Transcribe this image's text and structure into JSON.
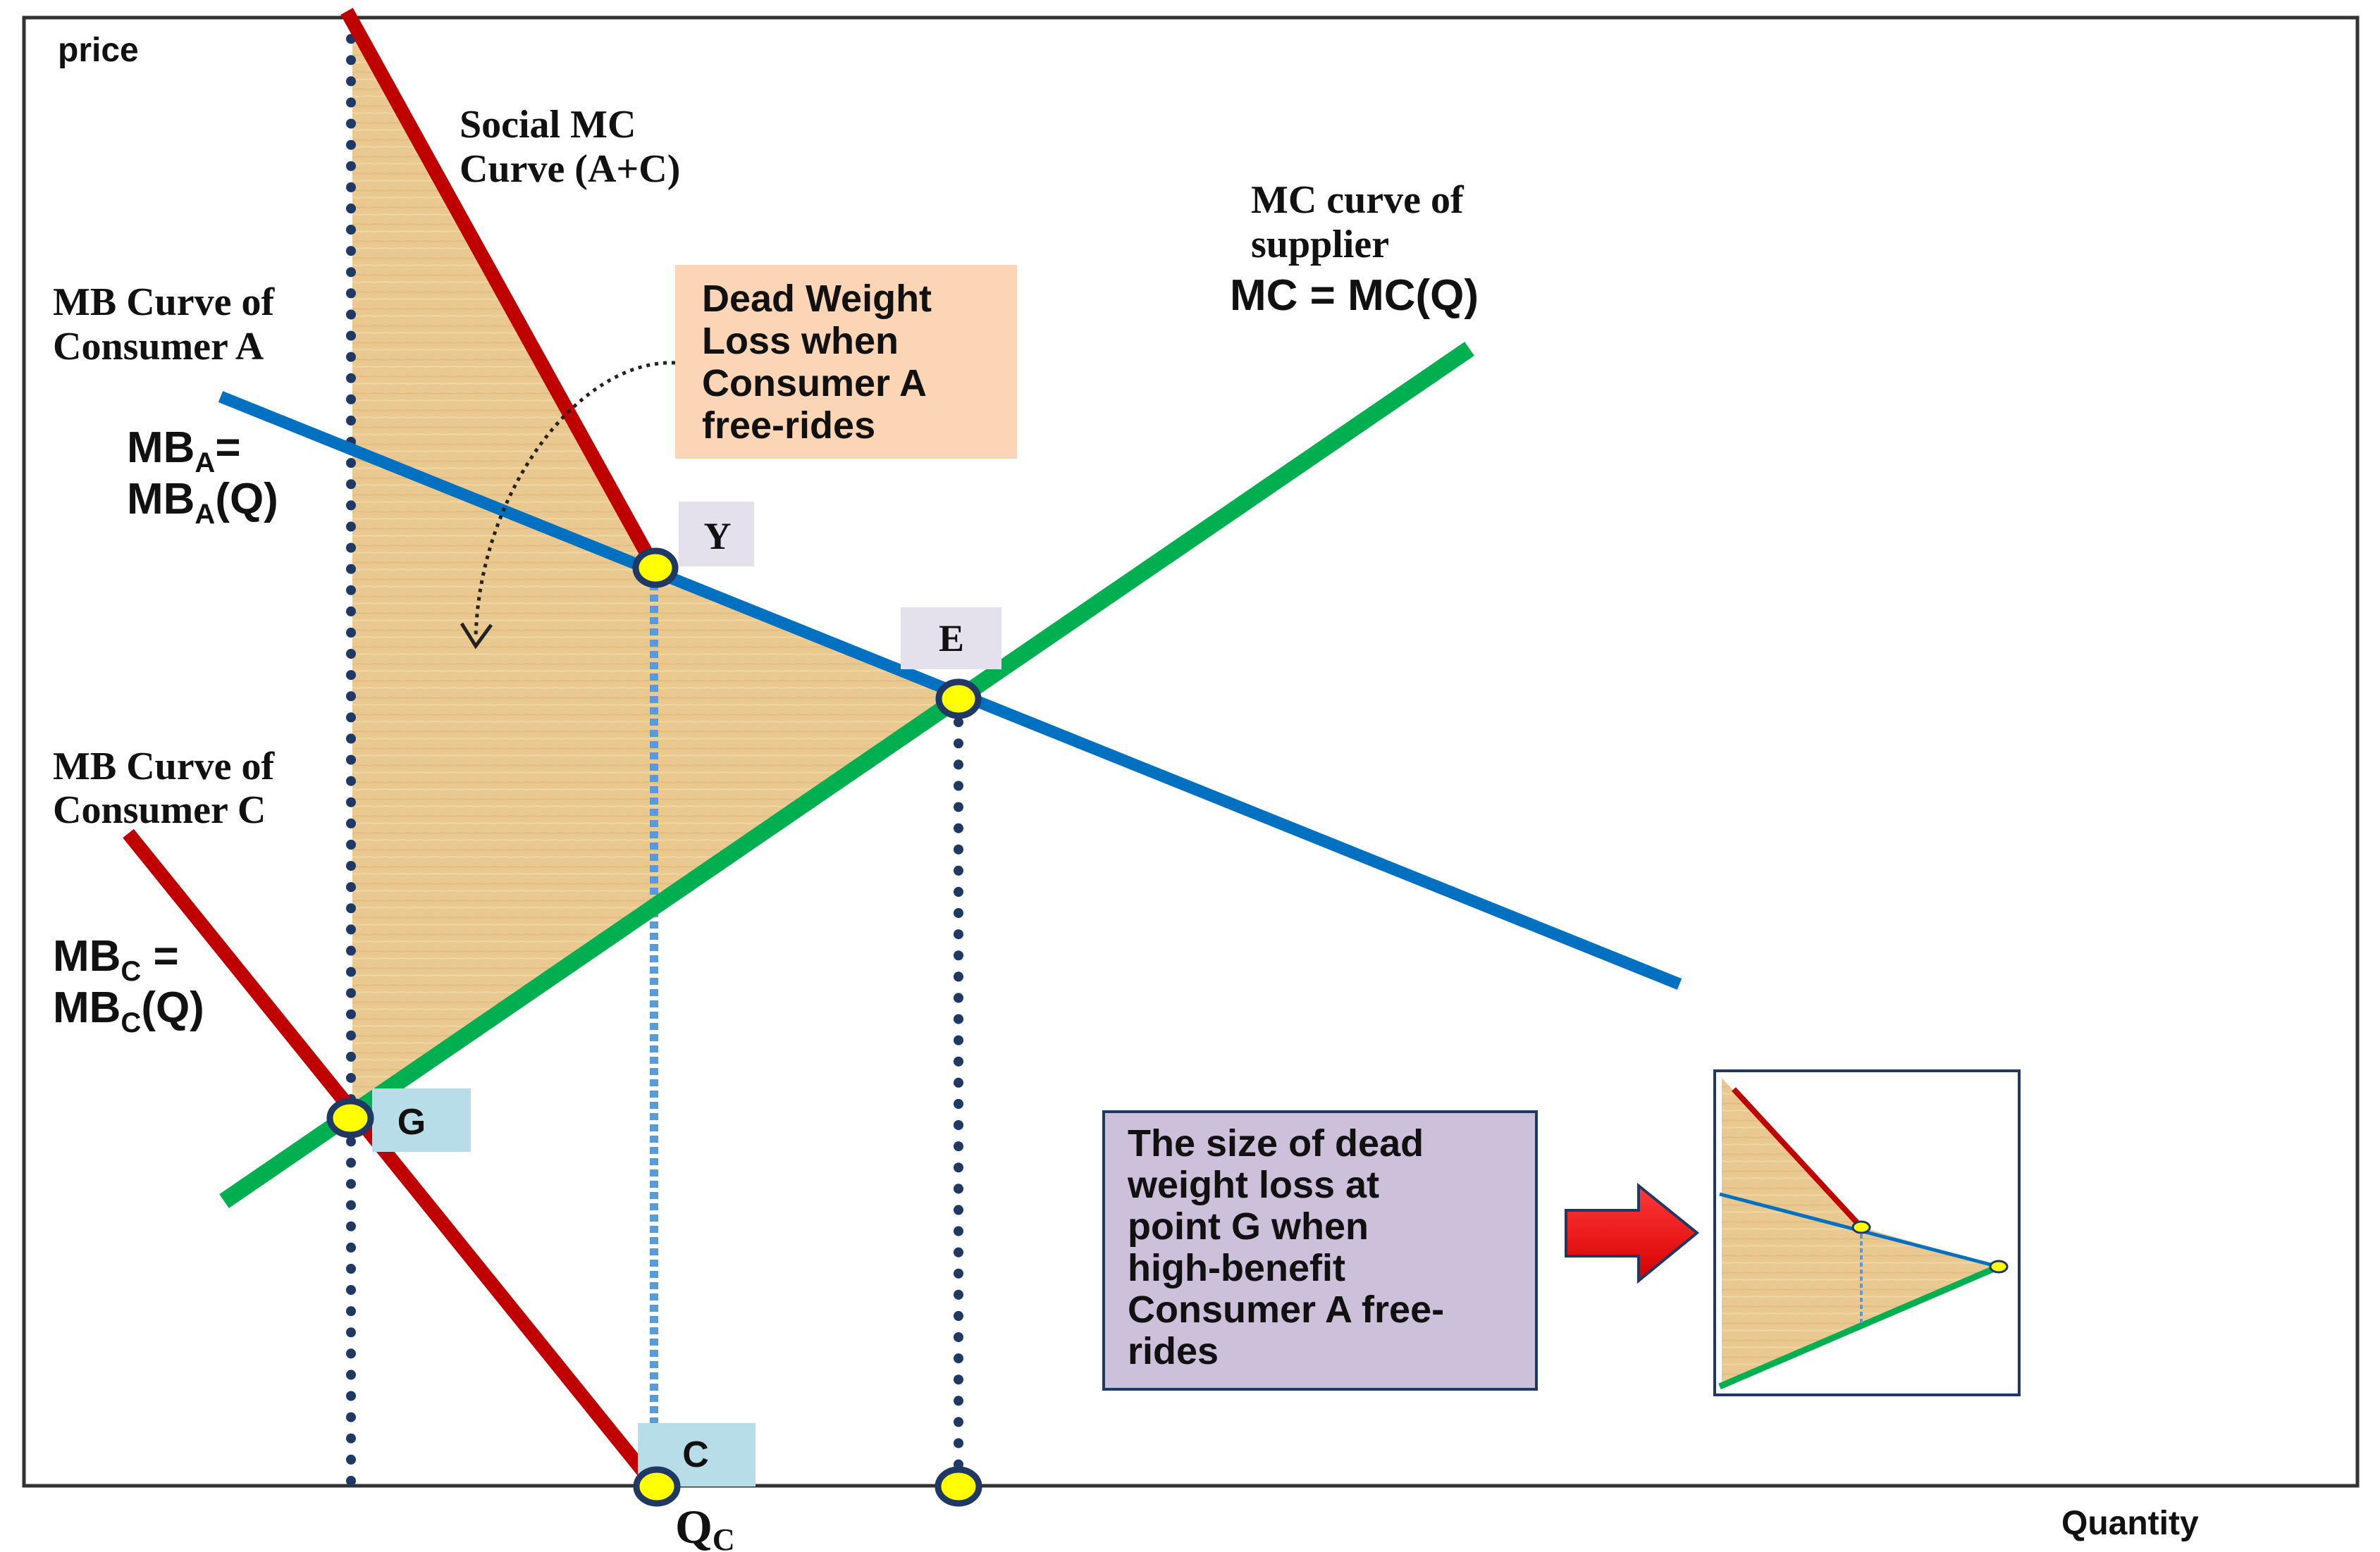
{
  "axes": {
    "y_label": "price",
    "x_label": "Quantity",
    "qc_main": "Q",
    "qc_sub": "C"
  },
  "labels": {
    "social_mc_1": "Social MC",
    "social_mc_2": "Curve (A+C)",
    "mc_supplier_1": "MC curve of",
    "mc_supplier_2": "supplier",
    "mc_eq": "MC = MC(Q)",
    "mba_curve_1": "MB Curve of",
    "mba_curve_2": "Consumer A",
    "mba_eq1_main": "MB",
    "mba_eq1_sub": "A",
    "mba_eq1_rest": "=",
    "mba_eq2_main": "MB",
    "mba_eq2_sub": "A",
    "mba_eq2_rest": "(Q)",
    "mbc_curve_1": "MB Curve of",
    "mbc_curve_2": "Consumer C",
    "mbc_eq1_main": "MB",
    "mbc_eq1_sub": "C",
    "mbc_eq1_rest": " =",
    "mbc_eq2_main": "MB",
    "mbc_eq2_sub": "C",
    "mbc_eq2_rest": "(Q)"
  },
  "callouts": {
    "dwl": [
      "Dead Weight",
      "Loss when",
      "Consumer A",
      "free-rides"
    ],
    "size": [
      "The size of dead",
      "weight loss  at",
      "point G when",
      "high-benefit",
      "Consumer A free-",
      "rides"
    ]
  },
  "points": {
    "Y": "Y",
    "E": "E",
    "G": "G",
    "C": "C"
  },
  "colors": {
    "mb_a": "#0070c0",
    "mc_supplier": "#00b050",
    "red_curves": "#c00000",
    "dwl_area": "#e8c690",
    "dwl_box": "#fbd5b5",
    "size_box": "#ccc0da",
    "point_fill": "#ffff00",
    "point_stroke": "#1f3864",
    "label_bg_light": "#e4e0ec",
    "label_bg_blue": "#b7dde8",
    "arrow_red": "#ff0000"
  }
}
